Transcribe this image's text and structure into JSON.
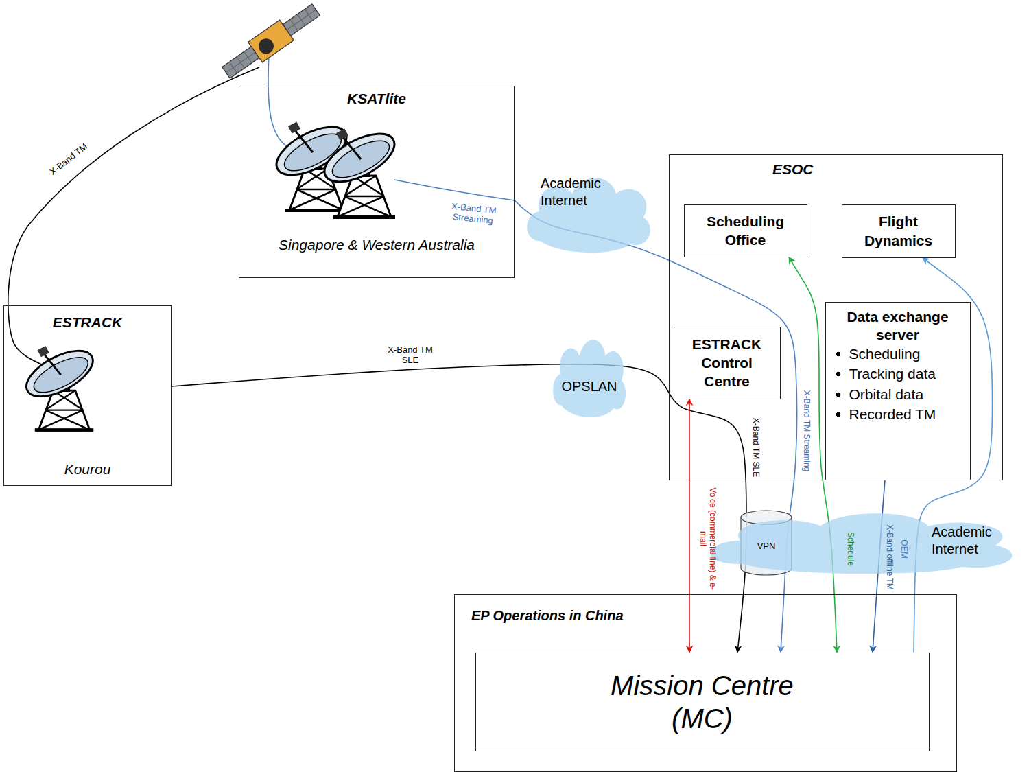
{
  "diagram": {
    "nodes": [
      {
        "text": [
          "KSATlite",
          "Singapore & Western Australia"
        ]
      },
      {
        "text": [
          "Academic Internet"
        ]
      },
      {
        "text": [
          "ESOC"
        ]
      },
      {
        "text": [
          "Scheduling Office"
        ],
        "in": 2
      },
      {
        "text": [
          "Flight Dynamics"
        ],
        "in": 2
      },
      {
        "text": [
          "ESTRACK Control Centre"
        ],
        "in": 2
      },
      {
        "text": [
          "Data exchange server",
          "Scheduling",
          "Tracking data",
          "Orbital data",
          "Recorded TM"
        ],
        "in": 2
      },
      {
        "text": [
          "ESTRACK",
          "Kourou"
        ]
      },
      {
        "text": [
          "OPSLAN"
        ]
      },
      {
        "text": [
          "VPN"
        ]
      },
      {
        "text": [
          "Academic Internet"
        ]
      },
      {
        "text": [
          "EP Operations in China"
        ]
      },
      {
        "text": [
          "Mission Centre (MC)"
        ],
        "in": 11
      }
    ],
    "edges": [
      {
        "from": 0,
        "to": 12,
        "arrow": "to",
        "label": "X-Band TM Streaming"
      },
      {
        "from": 7,
        "to": 12,
        "arrow": "to",
        "label": "X-Band TM SLE"
      },
      {
        "from": 5,
        "to": 12,
        "arrow": "both",
        "label": "Voice (commercial line) & e-mail"
      },
      {
        "from": 6,
        "to": 12,
        "arrow": "to",
        "label": "X-Band offline TM"
      },
      {
        "from": 3,
        "to": 12,
        "arrow": "both",
        "label": "Schedule"
      },
      {
        "from": 12,
        "to": 4,
        "arrow": "to",
        "label": "OEM"
      }
    ],
    "labels": [
      "X-Band TM",
      "X-Band TM Streaming",
      "X-Band TM SLE"
    ]
  }
}
